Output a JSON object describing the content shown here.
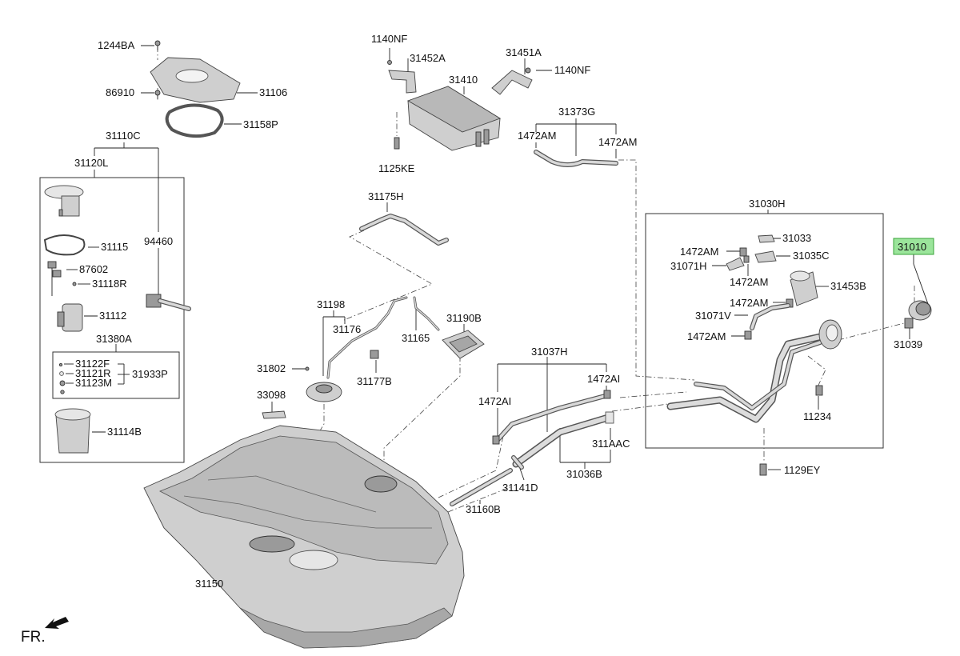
{
  "labels": {
    "p1244BA": "1244BA",
    "p86910": "86910",
    "p31106": "31106",
    "p31158P": "31158P",
    "p31110C": "31110C",
    "p31120L": "31120L",
    "p31115": "31115",
    "p94460": "94460",
    "p87602": "87602",
    "p31118R": "31118R",
    "p31112": "31112",
    "p31380A": "31380A",
    "p31122F": "31122F",
    "p31121R": "31121R",
    "p31933P": "31933P",
    "p31123M": "31123M",
    "p31114B": "31114B",
    "p1140NF_a": "1140NF",
    "p31452A": "31452A",
    "p31451A": "31451A",
    "p1140NF_b": "1140NF",
    "p31410": "31410",
    "p31373G": "31373G",
    "p1472AM_a": "1472AM",
    "p1472AM_b": "1472AM",
    "p1125KE": "1125KE",
    "p31175H": "31175H",
    "p31198": "31198",
    "p31176": "31176",
    "p31165": "31165",
    "p31190B": "31190B",
    "p31802": "31802",
    "p31177B": "31177B",
    "p33098": "33098",
    "p31150": "31150",
    "p31037H": "31037H",
    "p1472AI_a": "1472AI",
    "p1472AI_b": "1472AI",
    "p311AAC": "311AAC",
    "p31036B": "31036B",
    "p31141D": "31141D",
    "p31160B": "31160B",
    "p31030H": "31030H",
    "p1472AM_c": "1472AM",
    "p31033": "31033",
    "p31071H": "31071H",
    "p31035C": "31035C",
    "p1472AM_d": "1472AM",
    "p31453B": "31453B",
    "p1472AM_e": "1472AM",
    "p31071V": "31071V",
    "p1472AM_f": "1472AM",
    "p11234": "11234",
    "p1129EY": "1129EY",
    "p31010": "31010",
    "p31039": "31039"
  },
  "highlighted_part": "31010",
  "direction": "FR.",
  "colors": {
    "highlight_fill": "#9be59b",
    "highlight_border": "#3aa43a",
    "part_gray": "#cfcfcf"
  }
}
